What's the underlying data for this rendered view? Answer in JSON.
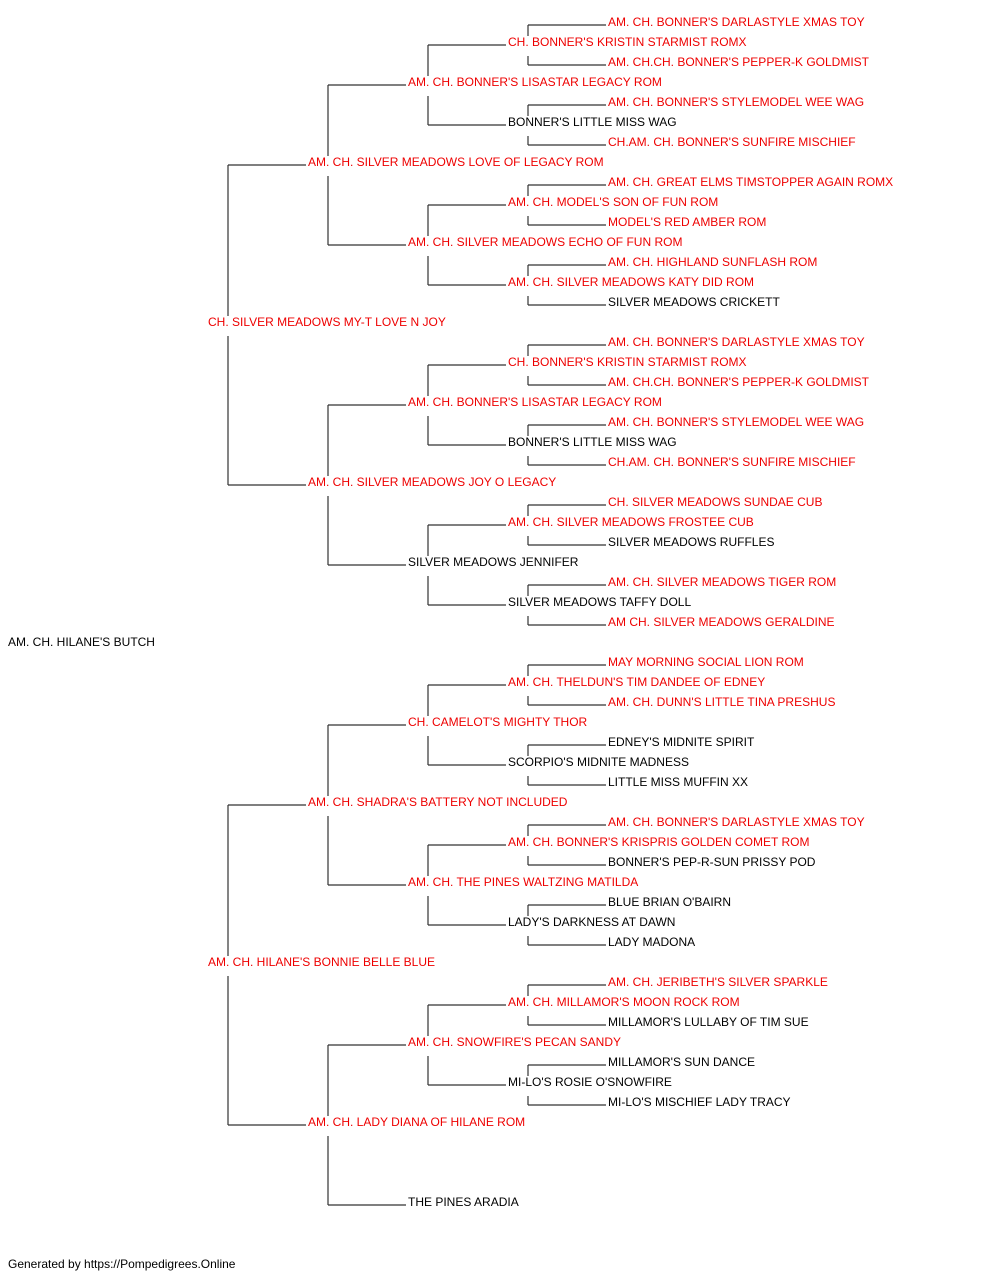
{
  "colors": {
    "titled": "#ee0000",
    "plain": "#000000",
    "line": "#333333"
  },
  "pedigree": {
    "name": "AM. CH. HILANE'S BUTCH",
    "titled": false,
    "sire": {
      "name": "CH. SILVER MEADOWS MY-T LOVE N JOY",
      "titled": true,
      "sire": {
        "name": "AM. CH. SILVER MEADOWS LOVE OF LEGACY ROM",
        "titled": true,
        "sire": {
          "name": "AM. CH. BONNER'S LISASTAR LEGACY ROM",
          "titled": true,
          "sire": {
            "name": "CH. BONNER'S KRISTIN STARMIST ROMX",
            "titled": true,
            "sire": {
              "name": "AM. CH. BONNER'S DARLASTYLE XMAS TOY",
              "titled": true
            },
            "dam": {
              "name": "AM. CH.CH. BONNER'S PEPPER-K GOLDMIST",
              "titled": true
            }
          },
          "dam": {
            "name": "BONNER'S LITTLE MISS WAG",
            "titled": false,
            "sire": {
              "name": "AM. CH. BONNER'S STYLEMODEL WEE WAG",
              "titled": true
            },
            "dam": {
              "name": "CH.AM. CH. BONNER'S SUNFIRE MISCHIEF",
              "titled": true
            }
          }
        },
        "dam": {
          "name": "AM. CH. SILVER MEADOWS ECHO OF FUN ROM",
          "titled": true,
          "sire": {
            "name": "AM. CH. MODEL'S SON OF FUN ROM",
            "titled": true,
            "sire": {
              "name": "AM. CH. GREAT ELMS TIMSTOPPER AGAIN ROMX",
              "titled": true
            },
            "dam": {
              "name": "MODEL'S RED AMBER ROM",
              "titled": true
            }
          },
          "dam": {
            "name": "AM. CH. SILVER MEADOWS KATY DID ROM",
            "titled": true,
            "sire": {
              "name": "AM. CH. HIGHLAND SUNFLASH ROM",
              "titled": true
            },
            "dam": {
              "name": "SILVER MEADOWS CRICKETT",
              "titled": false
            }
          }
        }
      },
      "dam": {
        "name": "AM. CH. SILVER MEADOWS JOY O LEGACY",
        "titled": true,
        "sire": {
          "name": "AM. CH. BONNER'S LISASTAR LEGACY ROM",
          "titled": true,
          "sire": {
            "name": "CH. BONNER'S KRISTIN STARMIST ROMX",
            "titled": true,
            "sire": {
              "name": "AM. CH. BONNER'S DARLASTYLE XMAS TOY",
              "titled": true
            },
            "dam": {
              "name": "AM. CH.CH. BONNER'S PEPPER-K GOLDMIST",
              "titled": true
            }
          },
          "dam": {
            "name": "BONNER'S LITTLE MISS WAG",
            "titled": false,
            "sire": {
              "name": "AM. CH. BONNER'S STYLEMODEL WEE WAG",
              "titled": true
            },
            "dam": {
              "name": "CH.AM. CH. BONNER'S SUNFIRE MISCHIEF",
              "titled": true
            }
          }
        },
        "dam": {
          "name": "SILVER MEADOWS JENNIFER",
          "titled": false,
          "sire": {
            "name": "AM. CH. SILVER MEADOWS FROSTEE CUB",
            "titled": true,
            "sire": {
              "name": "CH. SILVER MEADOWS SUNDAE CUB",
              "titled": true
            },
            "dam": {
              "name": "SILVER MEADOWS RUFFLES",
              "titled": false
            }
          },
          "dam": {
            "name": "SILVER MEADOWS TAFFY DOLL",
            "titled": false,
            "sire": {
              "name": "AM. CH. SILVER MEADOWS TIGER ROM",
              "titled": true
            },
            "dam": {
              "name": "AM CH. SILVER MEADOWS GERALDINE",
              "titled": true
            }
          }
        }
      }
    },
    "dam": {
      "name": "AM. CH. HILANE'S BONNIE BELLE BLUE",
      "titled": true,
      "sire": {
        "name": "AM. CH. SHADRA'S BATTERY NOT INCLUDED",
        "titled": true,
        "sire": {
          "name": "CH. CAMELOT'S MIGHTY THOR",
          "titled": true,
          "sire": {
            "name": "AM. CH. THELDUN'S TIM DANDEE OF EDNEY",
            "titled": true,
            "sire": {
              "name": "MAY MORNING SOCIAL LION ROM",
              "titled": true
            },
            "dam": {
              "name": "AM. CH. DUNN'S LITTLE TINA PRESHUS",
              "titled": true
            }
          },
          "dam": {
            "name": "SCORPIO'S MIDNITE MADNESS",
            "titled": false,
            "sire": {
              "name": "EDNEY'S MIDNITE SPIRIT",
              "titled": false
            },
            "dam": {
              "name": "LITTLE MISS MUFFIN XX",
              "titled": false
            }
          }
        },
        "dam": {
          "name": "AM. CH. THE PINES WALTZING MATILDA",
          "titled": true,
          "sire": {
            "name": "AM. CH. BONNER'S KRISPRIS GOLDEN COMET ROM",
            "titled": true,
            "sire": {
              "name": "AM. CH. BONNER'S DARLASTYLE XMAS TOY",
              "titled": true
            },
            "dam": {
              "name": "BONNER'S PEP-R-SUN PRISSY POD",
              "titled": false
            }
          },
          "dam": {
            "name": "LADY'S DARKNESS AT DAWN",
            "titled": false,
            "sire": {
              "name": "BLUE BRIAN O'BAIRN",
              "titled": false
            },
            "dam": {
              "name": "LADY MADONA",
              "titled": false
            }
          }
        }
      },
      "dam": {
        "name": "AM. CH. LADY DIANA OF HILANE ROM",
        "titled": true,
        "sire": {
          "name": "AM. CH. SNOWFIRE'S PECAN SANDY",
          "titled": true,
          "sire": {
            "name": "AM. CH. MILLAMOR'S MOON ROCK ROM",
            "titled": true,
            "sire": {
              "name": "AM. CH. JERIBETH'S SILVER SPARKLE",
              "titled": true
            },
            "dam": {
              "name": "MILLAMOR'S LULLABY OF TIM SUE",
              "titled": false
            }
          },
          "dam": {
            "name": "MI-LO'S ROSIE O'SNOWFIRE",
            "titled": false,
            "sire": {
              "name": "MILLAMOR'S SUN DANCE",
              "titled": false
            },
            "dam": {
              "name": "MI-LO'S MISCHIEF LADY TRACY",
              "titled": false
            }
          }
        },
        "dam": {
          "name": "THE PINES ARADIA",
          "titled": false
        }
      }
    }
  },
  "footer": {
    "text": "Generated by https://Pompedigrees.Online"
  }
}
